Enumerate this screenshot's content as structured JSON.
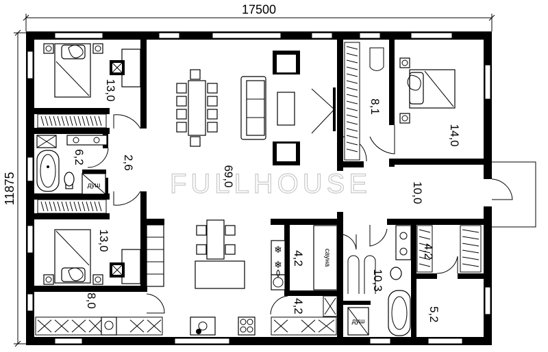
{
  "dimensions": {
    "width": "17500",
    "height": "11875"
  },
  "watermark": "FULLHOUSE",
  "rooms": [
    {
      "id": "bedroom-nw",
      "area": "13,0"
    },
    {
      "id": "bathroom-w",
      "area": "6,2"
    },
    {
      "id": "corridor-w",
      "area": "2,6"
    },
    {
      "id": "bedroom-sw",
      "area": "13,0"
    },
    {
      "id": "kitchen",
      "area": "8,0"
    },
    {
      "id": "living",
      "area": "69,0"
    },
    {
      "id": "wardrobe-ne",
      "area": "8,1"
    },
    {
      "id": "bedroom-ne",
      "area": "14,0"
    },
    {
      "id": "hall",
      "area": "10,0"
    },
    {
      "id": "sauna",
      "area": "4,2"
    },
    {
      "id": "storage",
      "area": "4,2"
    },
    {
      "id": "bathroom-se",
      "area": "10,3"
    },
    {
      "id": "closet-e",
      "area": "4,2"
    },
    {
      "id": "entry-se",
      "area": "5,2"
    }
  ],
  "labels": {
    "shower": "душ",
    "sauna": "сауна"
  },
  "icons": [
    "fireplace-icon",
    "sink-icon",
    "toilet-icon",
    "bathtub-icon",
    "bed-icon",
    "sofa-icon",
    "armchair-icon",
    "stove-icon",
    "heater-icon",
    "washing-machine-icon"
  ]
}
